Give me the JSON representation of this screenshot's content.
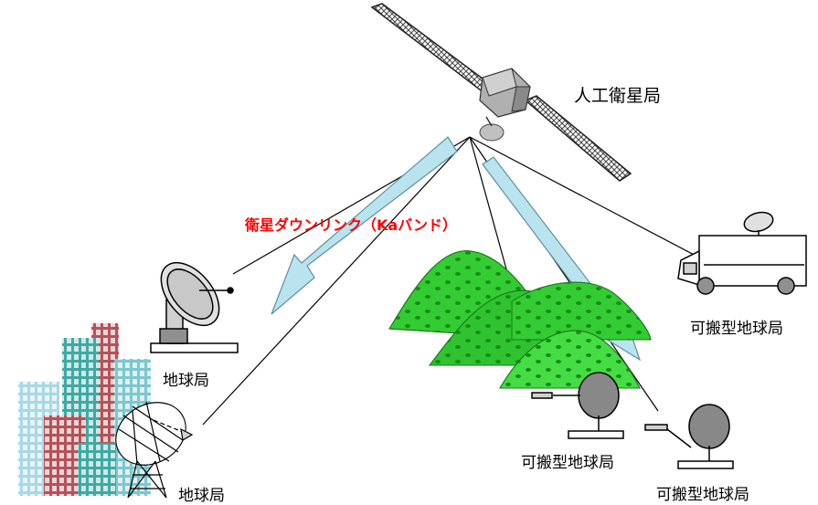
{
  "labels": {
    "satellite": "人工衛星局",
    "downlink": "衛星ダウンリンク（Kaバンド）",
    "ground_station_1": "地球局",
    "ground_station_2": "地球局",
    "portable_station_truck": "可搬型地球局",
    "portable_station_1": "可搬型地球局",
    "portable_station_2": "可搬型地球局"
  },
  "colors": {
    "downlink_text": "#ff0000",
    "arrow_fill": "#b9e4ef",
    "arrow_stroke": "#5f8fa0",
    "hill_fill": "#33cc33",
    "building_teal": "#3fa9a5",
    "building_red": "#b5525a"
  }
}
